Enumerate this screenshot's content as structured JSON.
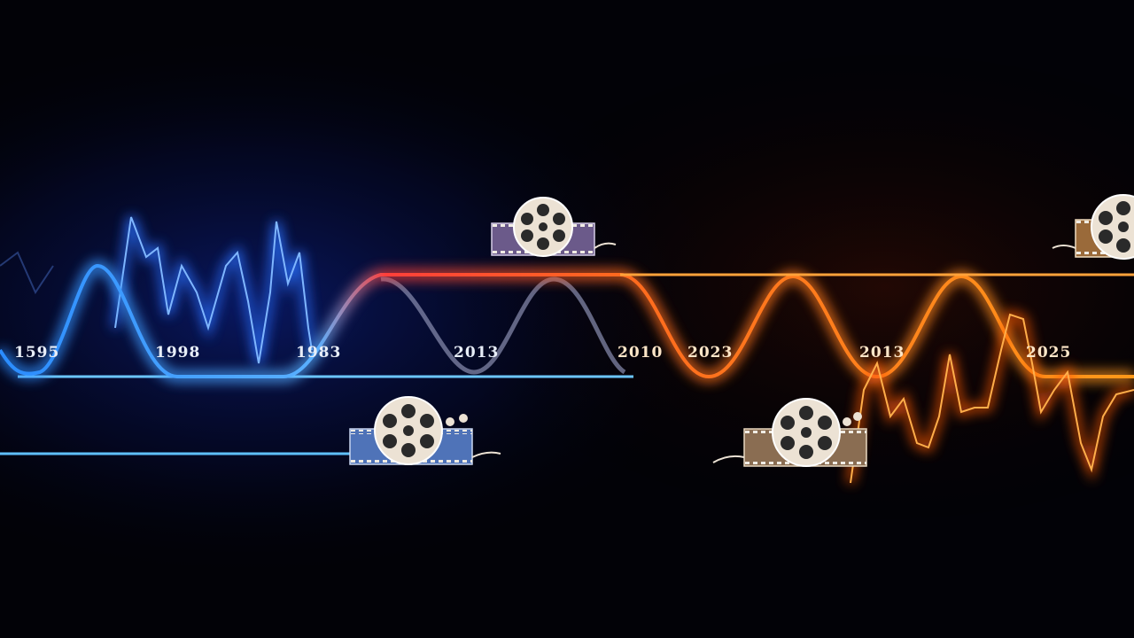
{
  "scene": {
    "background": "#020207",
    "cool_color": "#3aa0ff",
    "cool_glow": "#1a4cff",
    "warm_color": "#ff8a1a",
    "hot_color": "#ff3b2a",
    "reel_color": "#ece2d4",
    "film_strip_blue": "#4f73b8",
    "film_strip_purple": "#6b5a8a",
    "film_strip_tan": "#8a6d52",
    "film_strip_orange": "#9a6a3a"
  },
  "timeline": {
    "years": [
      "1595",
      "1998",
      "1983",
      "2013",
      "2010",
      "2023",
      "2013",
      "2025"
    ]
  },
  "icons": [
    {
      "name": "film-reel-icon"
    },
    {
      "name": "film-reel-icon"
    },
    {
      "name": "film-reel-icon"
    },
    {
      "name": "film-reel-icon"
    }
  ]
}
